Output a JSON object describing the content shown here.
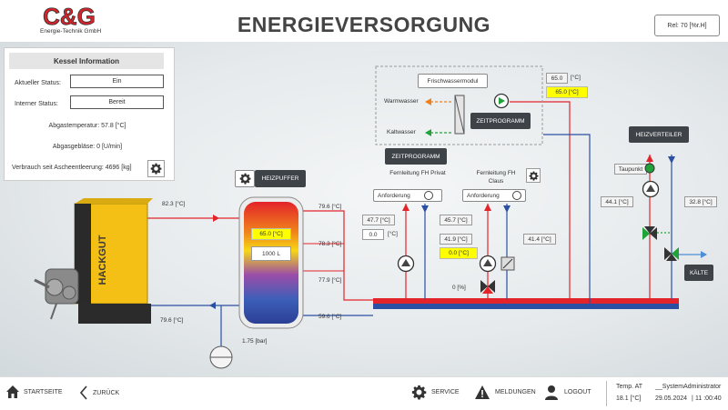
{
  "header": {
    "logo_text": "C&G",
    "logo_sub": "Energie-Technik GmbH",
    "title": "ENERGIEVERSORGUNG",
    "ref_label": "Rel: 70 [%r.H]"
  },
  "kessel": {
    "title": "Kessel Information",
    "status_label": "Aktueller Status:",
    "status_value": "Ein",
    "intern_label": "Interner Status:",
    "intern_value": "Bereit",
    "abgas_temp": "Abgastemperatur: 57.8 [°C]",
    "abgas_geblaese": "Abgasgebläse: 0 [U/min]",
    "verbrauch": "Verbrauch seit Ascheentleerung: 4696 [kg]"
  },
  "boiler": {
    "brand": "HACKGUT",
    "supply_temp": "82.3 [°C]",
    "return_temp": "79.6 [°C]",
    "pressure": "1.75 [bar]"
  },
  "puffer": {
    "button": "HEIZPUFFER",
    "setpoint": "65.0 [°C]",
    "volume": "1000 L",
    "t1": "79.6 [°C]",
    "t2": "78.3 [°C]",
    "t3": "77.9 [°C]",
    "t4": "59.6 [°C]"
  },
  "frischwasser": {
    "title": "Frischwassermodul",
    "warm": "Warmwasser",
    "kalt": "Kaltwasser",
    "zeitprogramm": "ZEITPROGRAMM",
    "temp": "65.0",
    "temp_unit": "[°C]",
    "setpoint": "65.0 [°C]"
  },
  "fh_privat": {
    "zeitprogramm": "ZEITPROGRAMM",
    "title": "Fernleitung FH Privat",
    "anforderung": "Anforderung",
    "t_vl": "47.7 [°C]",
    "t_in": "0.0",
    "t_in_unit": "[°C]",
    "t_rl": "45.7 [°C]"
  },
  "fh_claus": {
    "title": "Fernleitung FH Claus",
    "anforderung": "Anforderung",
    "t_vl": "41.9 [°C]",
    "setpoint": "0.0 [°C]",
    "t_rl": "41.4 [°C]",
    "valve": "0 [%]"
  },
  "verteiler": {
    "button": "HEIZVERTEILER",
    "taupunkt": "Taupunkt",
    "t_left": "44.1 [°C]",
    "t_right": "32.8 [°C]",
    "kaelte": "KÄLTE"
  },
  "footer": {
    "startseite": "STARTSEITE",
    "zurueck": "ZURÜCK",
    "service": "SERVICE",
    "meldungen": "MELDUNGEN",
    "logout": "LOGOUT",
    "temp_label": "Temp. AT",
    "temp_value": "18.1 [°C]",
    "user": "__SystemAdministrator",
    "date": "29.05.2024",
    "time": "11 :00:40"
  },
  "colors": {
    "red": "#e3242b",
    "blue": "#2b4fa3",
    "green": "#22a33a",
    "orange": "#f07f1b",
    "yellow": "#ffff00"
  }
}
